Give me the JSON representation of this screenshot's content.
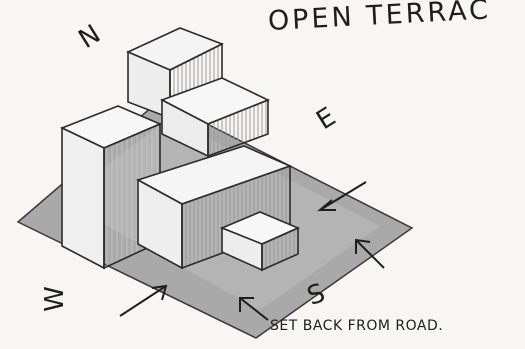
{
  "sketch": {
    "title": "OPEN TERRAC",
    "note": "SET BACK FROM ROAD.",
    "compass": {
      "north": "N",
      "east": "E",
      "west": "W",
      "south": "S"
    }
  }
}
